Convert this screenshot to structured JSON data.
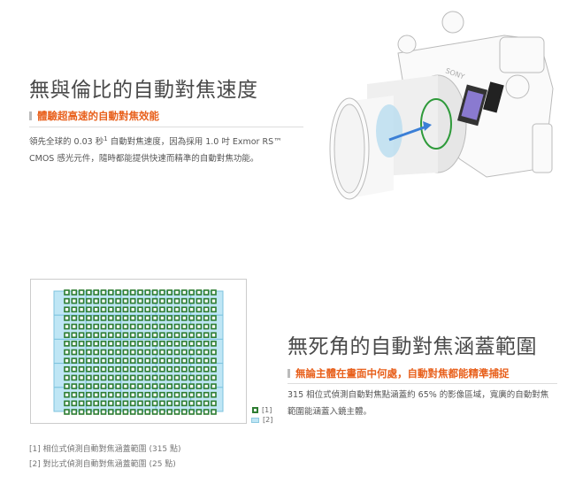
{
  "section1": {
    "title": "無與倫比的自動對焦速度",
    "subtitle": "體驗超高速的自動對焦效能",
    "body_line1_pre": "領先全球的 0.03 秒",
    "body_sup": "1",
    "body_line1_post": " 自動對焦速度，因為採用 1.0 吋 Exmor RS™",
    "body_line2": "CMOS 感光元件，隨時都能提供快速而精準的自動對焦功能。",
    "camera_brand": "SONY"
  },
  "section2": {
    "title": "無死角的自動對焦涵蓋範圍",
    "subtitle": "無論主體在畫面中何處，自動對焦都能精準捕捉",
    "body_line1": "315 相位式偵測自動對焦點涵蓋約 65% 的影像區域，寬廣的自動對焦",
    "body_line2": "範圍能涵蓋入鏡主體。"
  },
  "diagram": {
    "phase_points_cols": 21,
    "phase_points_rows": 15,
    "contrast_cols": 5,
    "contrast_rows": 5,
    "legend": [
      {
        "label": "[1]"
      },
      {
        "label": "[2]"
      }
    ],
    "colors": {
      "phase": "#2e7d32",
      "contrast": "#bfe6f5",
      "accent": "#e8601c"
    }
  },
  "footnotes": [
    "[1] 相位式偵測自動對焦涵蓋範圍 (315 點)",
    "[2] 對比式偵測自動對焦涵蓋範圍 (25 點)"
  ]
}
